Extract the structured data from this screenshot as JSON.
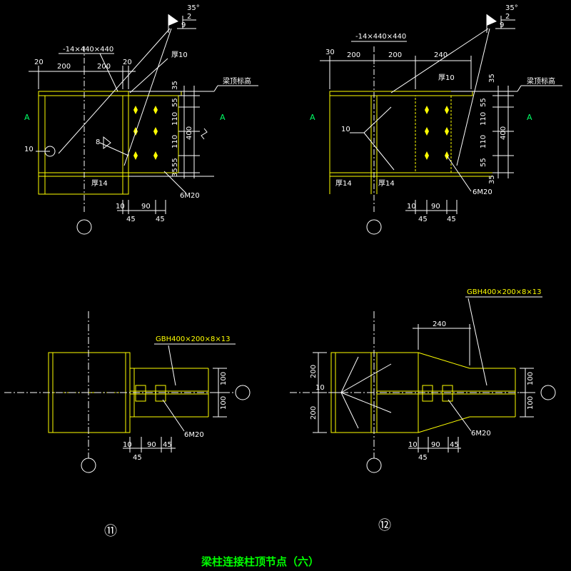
{
  "title": "梁柱连接柱顶节点（六）",
  "detail_numbers": {
    "d11": "⑪",
    "d12": "⑫"
  },
  "labels": {
    "plate": "-14×440×440",
    "plate_thk": "厚10",
    "web_thk": "厚14",
    "beam_top": "梁顶标高",
    "bolts": "6M20",
    "section_mark": "A",
    "beam_section": "GBH400×200×8×13",
    "weld_angle": "35°",
    "weld_2": "2",
    "weld_9": "9",
    "weld_8": "8",
    "weld_10": "10"
  },
  "dims": {
    "d20": "20",
    "d200": "200",
    "d240": "240",
    "d30": "30",
    "d35": "35",
    "d55": "55",
    "d110": "110",
    "d400": "400",
    "d100": "100",
    "d10": "10",
    "d90": "90",
    "d45": "45"
  },
  "colors": {
    "line": "#ffffff",
    "steel": "#ffff00",
    "dim": "#00ff66",
    "title": "#00ff00"
  }
}
